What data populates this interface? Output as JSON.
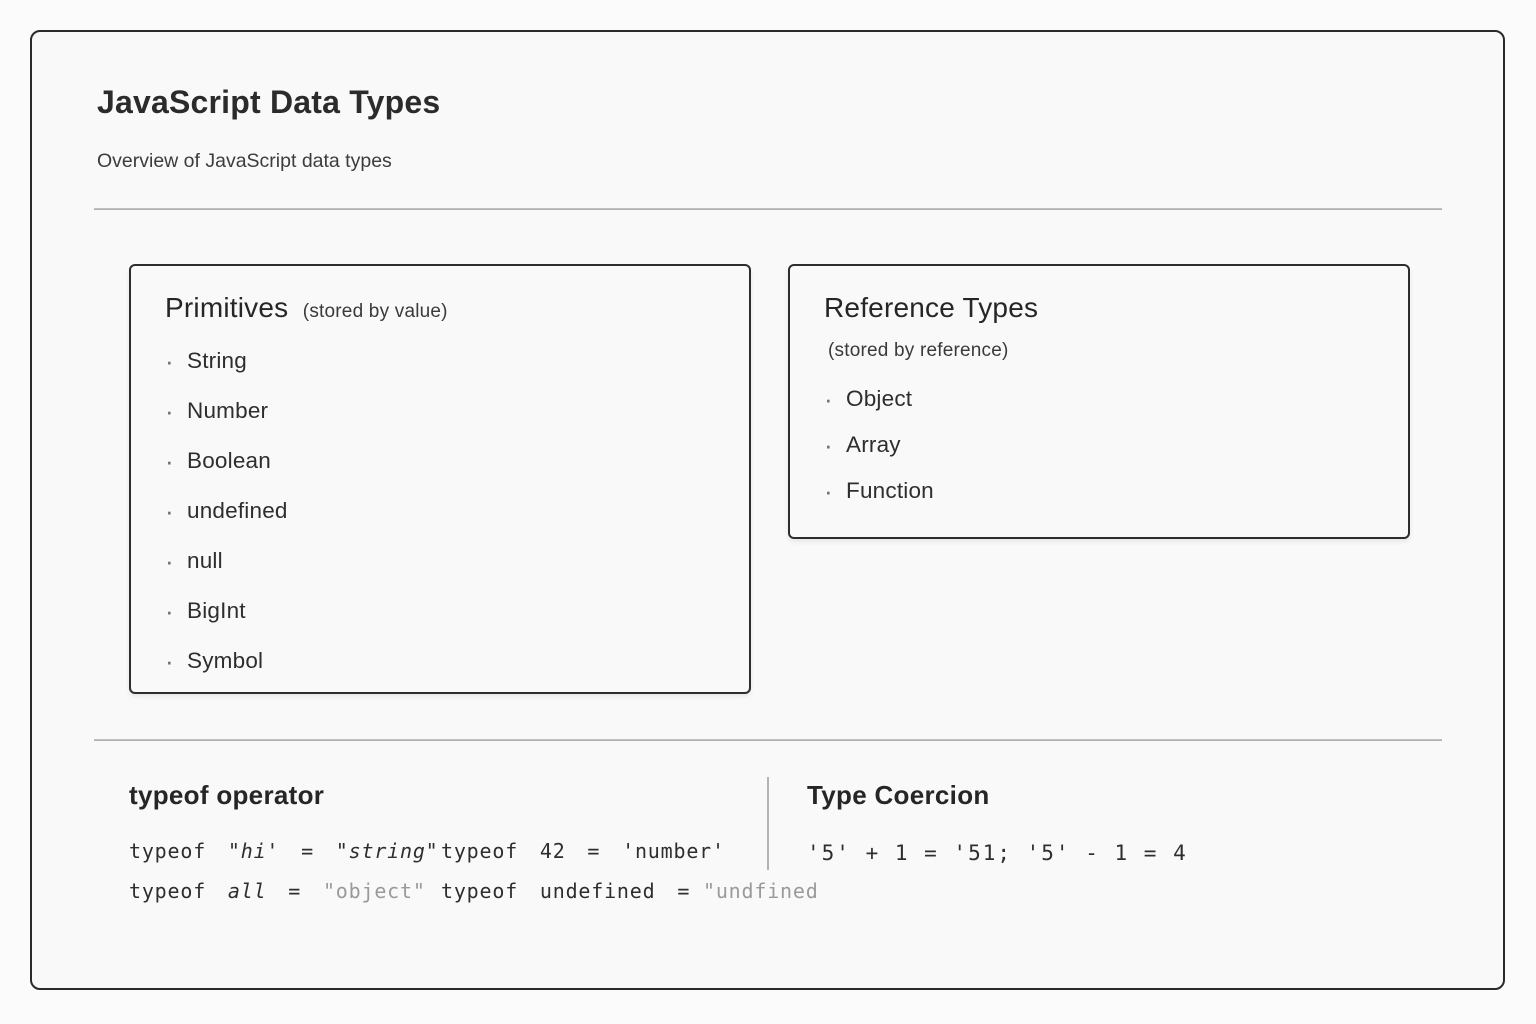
{
  "ui": {
    "bullet": "·"
  },
  "header": {
    "title": "JavaScript Data Types",
    "subtitle": "Overview of JavaScript data types"
  },
  "primitives_box": {
    "title": "Primitives",
    "note": "(stored by value)",
    "items": [
      "String",
      "Number",
      "Boolean",
      "undefined",
      "null",
      "BigInt",
      "Symbol"
    ]
  },
  "reference_box": {
    "title": "Reference Types",
    "note": "(stored by reference)",
    "items": [
      "Object",
      "Array",
      "Function"
    ]
  },
  "typeof_section": {
    "title": "typeof operator",
    "examples": [
      {
        "kw": "typeof",
        "operand": "\"hi'",
        "eq": "=",
        "result": "\"string\""
      },
      {
        "kw": "typeof",
        "operand": "42",
        "eq": "=",
        "result": "'number'"
      },
      {
        "kw": "typeof",
        "operand": "all",
        "eq": "=",
        "result": "\"object\""
      },
      {
        "kw": "typeof",
        "operand": "undefined",
        "eq": "=",
        "result": "\"undfined"
      }
    ]
  },
  "coercion_section": {
    "title": "Type Coercion",
    "code": "'5' + 1 = '51; '5' - 1 = 4"
  },
  "colors": {
    "text": "#2d2d2d",
    "muted": "#9a9a9a",
    "card_border": "#2a2a2a",
    "divider": "#b3b3b3",
    "background": "#f9f9f9"
  }
}
